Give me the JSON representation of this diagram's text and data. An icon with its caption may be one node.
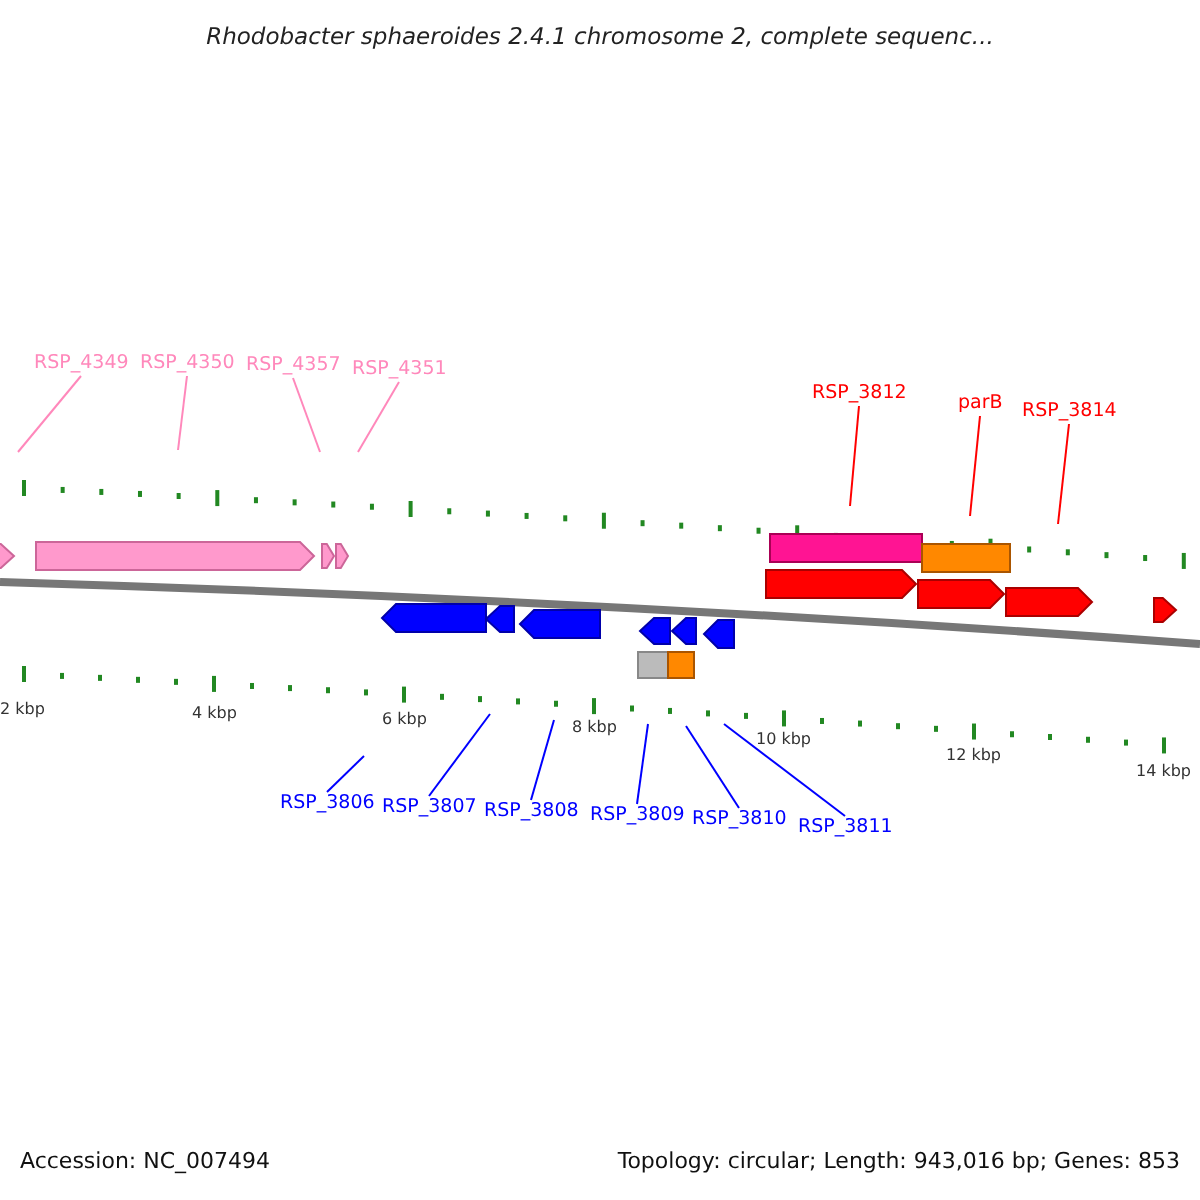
{
  "diagram": {
    "title": "Rhodobacter sphaeroides 2.4.1 chromosome 2, complete sequenc...",
    "nodes": [
      {
        "text": [
          "RSP_4349"
        ]
      },
      {
        "text": [
          "RSP_4350"
        ]
      },
      {
        "text": [
          "RSP_4357"
        ]
      },
      {
        "text": [
          "RSP_4351"
        ]
      },
      {
        "text": [
          "RSP_3812"
        ]
      },
      {
        "text": [
          "parB"
        ]
      },
      {
        "text": [
          "RSP_3814"
        ]
      },
      {
        "text": [
          "RSP_3806"
        ]
      },
      {
        "text": [
          "RSP_3807"
        ]
      },
      {
        "text": [
          "RSP_3808"
        ]
      },
      {
        "text": [
          "RSP_3809"
        ]
      },
      {
        "text": [
          "RSP_3810"
        ]
      },
      {
        "text": [
          "RSP_3811"
        ]
      }
    ],
    "edges": [
      {
        "from": 0,
        "to": null,
        "arrow": "none",
        "color": "#ff88bb"
      },
      {
        "from": 1,
        "to": null,
        "arrow": "none",
        "color": "#ff88bb"
      },
      {
        "from": 2,
        "to": null,
        "arrow": "none",
        "color": "#ff88bb"
      },
      {
        "from": 3,
        "to": null,
        "arrow": "none",
        "color": "#ff88bb"
      },
      {
        "from": 4,
        "to": null,
        "arrow": "none",
        "color": "#ff0000"
      },
      {
        "from": 5,
        "to": null,
        "arrow": "none",
        "color": "#ff0000"
      },
      {
        "from": 6,
        "to": null,
        "arrow": "none",
        "color": "#ff0000"
      },
      {
        "from": 7,
        "to": null,
        "arrow": "none"
      },
      {
        "from": 8,
        "to": null,
        "arrow": "none"
      },
      {
        "from": 9,
        "to": null,
        "arrow": "none"
      },
      {
        "from": 10,
        "to": null,
        "arrow": "none"
      },
      {
        "from": 11,
        "to": null,
        "arrow": "none"
      },
      {
        "from": 12,
        "to": null,
        "arrow": "none"
      }
    ],
    "labels": [
      "2 kbp",
      "4 kbp",
      "6 kbp",
      "8 kbp",
      "10 kbp",
      "12 kbp",
      "14 kbp",
      "Accession: NC_007494",
      "Topology: circular; Length: 943,016 bp; Genes: 853"
    ]
  }
}
